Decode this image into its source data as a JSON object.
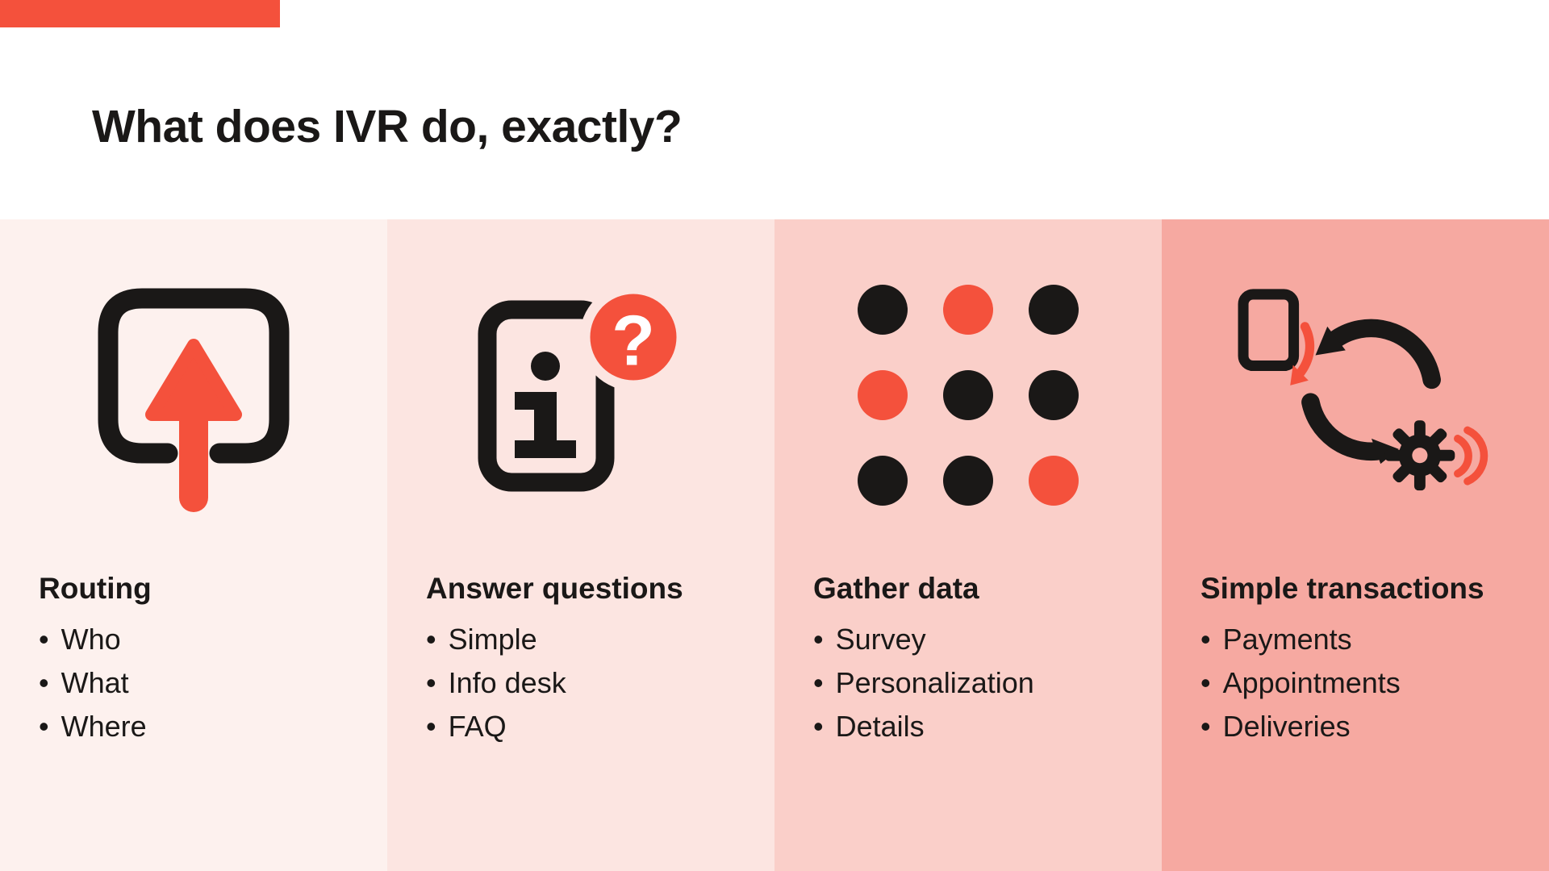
{
  "title": "What does IVR do, exactly?",
  "colors": {
    "red": "#f4513c",
    "black": "#1a1817",
    "column_backgrounds": [
      "#fdf1ee",
      "#fce5e1",
      "#facfc9",
      "#f6a9a1"
    ]
  },
  "columns": [
    {
      "icon": "upload-routing-icon",
      "heading": "Routing",
      "items": [
        "Who",
        "What",
        "Where"
      ]
    },
    {
      "icon": "phone-info-question-icon",
      "heading": "Answer questions",
      "items": [
        "Simple",
        "Info desk",
        "FAQ"
      ]
    },
    {
      "icon": "keypad-dots-icon",
      "heading": "Gather data",
      "items": [
        "Survey",
        "Personalization",
        "Details"
      ]
    },
    {
      "icon": "transactions-cycle-icon",
      "heading": "Simple transactions",
      "items": [
        "Payments",
        "Appointments",
        "Deliveries"
      ]
    }
  ],
  "keypad_dots": [
    "black",
    "red",
    "black",
    "red",
    "black",
    "black",
    "black",
    "black",
    "red"
  ],
  "question_mark": "?"
}
